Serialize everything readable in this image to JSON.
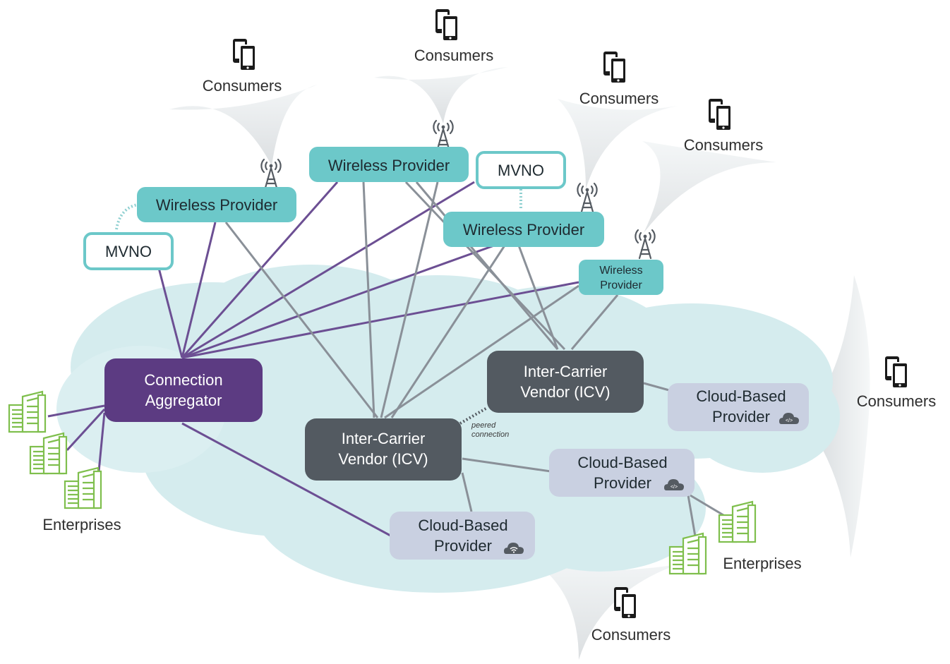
{
  "colors": {
    "cloud": "#d5ecee",
    "cloud_dark": "#c3e3e6",
    "wireless": "#6cc8c9",
    "aggregator": "#5c3b82",
    "icv": "#535a61",
    "cloud_provider": "#c9d0e1",
    "purple_line": "#6c4f93",
    "gray_line": "#8a9098",
    "enterprise_green": "#7fbf4d"
  },
  "nodes": {
    "wireless_provider_1": "Wireless Provider",
    "wireless_provider_2": "Wireless Provider",
    "wireless_provider_3": "Wireless Provider",
    "wireless_provider_4_line1": "Wireless",
    "wireless_provider_4_line2": "Provider",
    "mvno_1": "MVNO",
    "mvno_2": "MVNO",
    "connection_aggregator_line1": "Connection",
    "connection_aggregator_line2": "Aggregator",
    "icv_1_line1": "Inter-Carrier",
    "icv_1_line2": "Vendor (ICV)",
    "icv_2_line1": "Inter-Carrier",
    "icv_2_line2": "Vendor (ICV)",
    "cloud_provider_1_line1": "Cloud-Based",
    "cloud_provider_1_line2": "Provider",
    "cloud_provider_2_line1": "Cloud-Based",
    "cloud_provider_2_line2": "Provider",
    "cloud_provider_3_line1": "Cloud-Based",
    "cloud_provider_3_line2": "Provider"
  },
  "labels": {
    "consumers": [
      "Consumers",
      "Consumers",
      "Consumers",
      "Consumers",
      "Consumers",
      "Consumers"
    ],
    "enterprises": [
      "Enterprises",
      "Enterprises"
    ],
    "peered_line1": "peered",
    "peered_line2": "connection"
  },
  "icons": {
    "consumer": "smartphones-icon",
    "tower": "cell-tower-icon",
    "enterprise": "office-buildings-icon",
    "cloud_code": "cloud-code-icon",
    "cloud_wifi": "cloud-wifi-icon"
  }
}
